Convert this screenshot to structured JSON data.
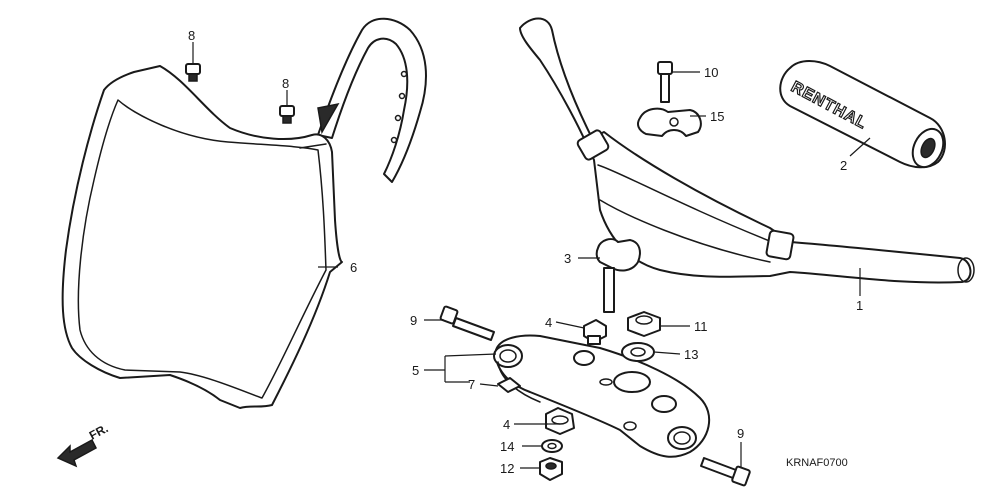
{
  "diagram": {
    "code": "KRNAF0700",
    "direction_label": "FR.",
    "grip_brand": "RENTHAL",
    "callouts": {
      "c1": "1",
      "c2": "2",
      "c3": "3",
      "c4a": "4",
      "c4b": "4",
      "c5": "5",
      "c6": "6",
      "c7": "7",
      "c8a": "8",
      "c8b": "8",
      "c9a": "9",
      "c9b": "9",
      "c10": "10",
      "c11": "11",
      "c12": "12",
      "c13": "13",
      "c14": "14",
      "c15": "15"
    }
  }
}
